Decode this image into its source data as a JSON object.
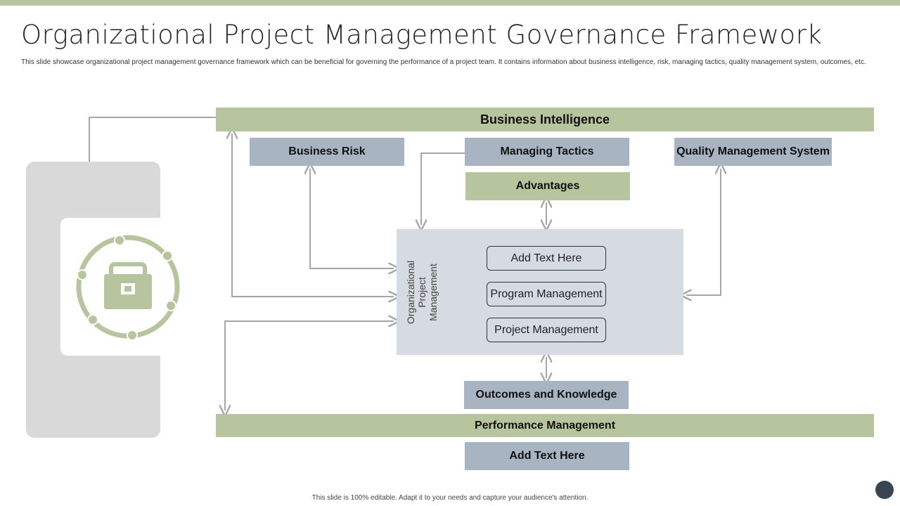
{
  "title": "Organizational Project Management Governance Framework",
  "subtitle": "This slide showcase organizational project management governance framework which can be beneficial for governing the performance of a project team. It contains information about business intelligence, risk, managing tactics, quality management system, outcomes, etc.",
  "diagram": {
    "top_band": "Business Intelligence",
    "business_risk": "Business Risk",
    "managing_tactics": "Managing Tactics",
    "quality_management": "Quality Management System",
    "advantages": "Advantages",
    "center_label": "Organizational Project Management",
    "center_items": [
      "Add Text Here",
      "Program Management",
      "Project Management"
    ],
    "outcomes": "Outcomes and Knowledge",
    "bottom_band": "Performance Management",
    "bottom_box": "Add Text Here",
    "icon": "briefcase-icon"
  },
  "footer": "This slide is 100% editable. Adapt it to your needs and capture your audience's attention.",
  "colors": {
    "accent_green": "#b7c59e",
    "box_blue": "#a9b4c2",
    "panel_grey": "#d9d9d9",
    "center_panel": "#d6dbe2",
    "connector": "#a6a6a6"
  }
}
